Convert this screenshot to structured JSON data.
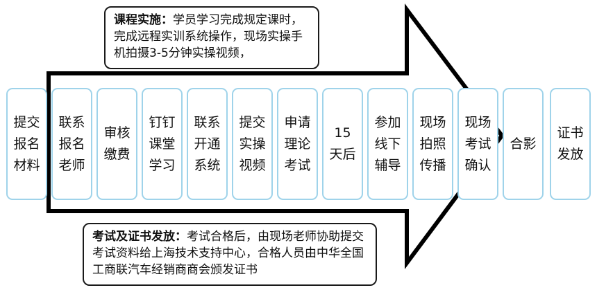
{
  "top_note": {
    "heading": "课程实施：",
    "text": "学员学习完成规定课时，完成远程实训系统操作，现场实操手机拍摄3-5分钟实操视频，"
  },
  "bottom_note": {
    "heading": "考试及证书发放：",
    "text": "考试合格后，由现场老师协助提交考试资料给上海技术支持中心，合格人员由中华全国工商联汽车经销商商会颁发证书"
  },
  "steps": [
    "提交\n报名\n材料",
    "联系\n报名\n老师",
    "审核\n缴费",
    "钉钉\n课堂\n学习",
    "联系\n开通\n系统",
    "提交\n实操\n视频",
    "申请\n理论\n考试",
    "15\n天后",
    "参加\n线下\n辅导",
    "现场\n拍照\n传播",
    "现场\n考试\n确认",
    "合影",
    "证书\n发放"
  ],
  "colors": {
    "box_border": "#9fd3ea",
    "arrow_outline": "#000000",
    "note_border": "#1a1a1a"
  }
}
